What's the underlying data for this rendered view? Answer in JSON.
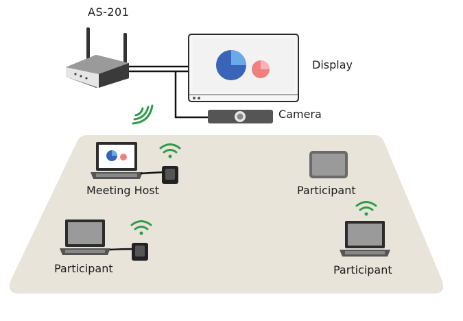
{
  "device": {
    "name": "AS-201",
    "icon": "wireless-router-icon"
  },
  "display": {
    "label": "Display",
    "icon": "monitor-icon"
  },
  "camera": {
    "label": "Camera",
    "icon": "camera-bar-icon"
  },
  "room": {
    "floor_color": "#e8e4da",
    "host": {
      "label": "Meeting Host",
      "icon": "laptop-icon"
    },
    "participants": [
      {
        "label": "Participant",
        "icon": "tablet-icon"
      },
      {
        "label": "Participant",
        "icon": "laptop-icon"
      },
      {
        "label": "Participant",
        "icon": "laptop-icon"
      }
    ]
  },
  "colors": {
    "wifi": "#2e9a4a",
    "pie_blue": "#3a64b8",
    "pie_light_blue": "#6aaae8",
    "pie_pink": "#f08080",
    "cable": "#111111"
  }
}
